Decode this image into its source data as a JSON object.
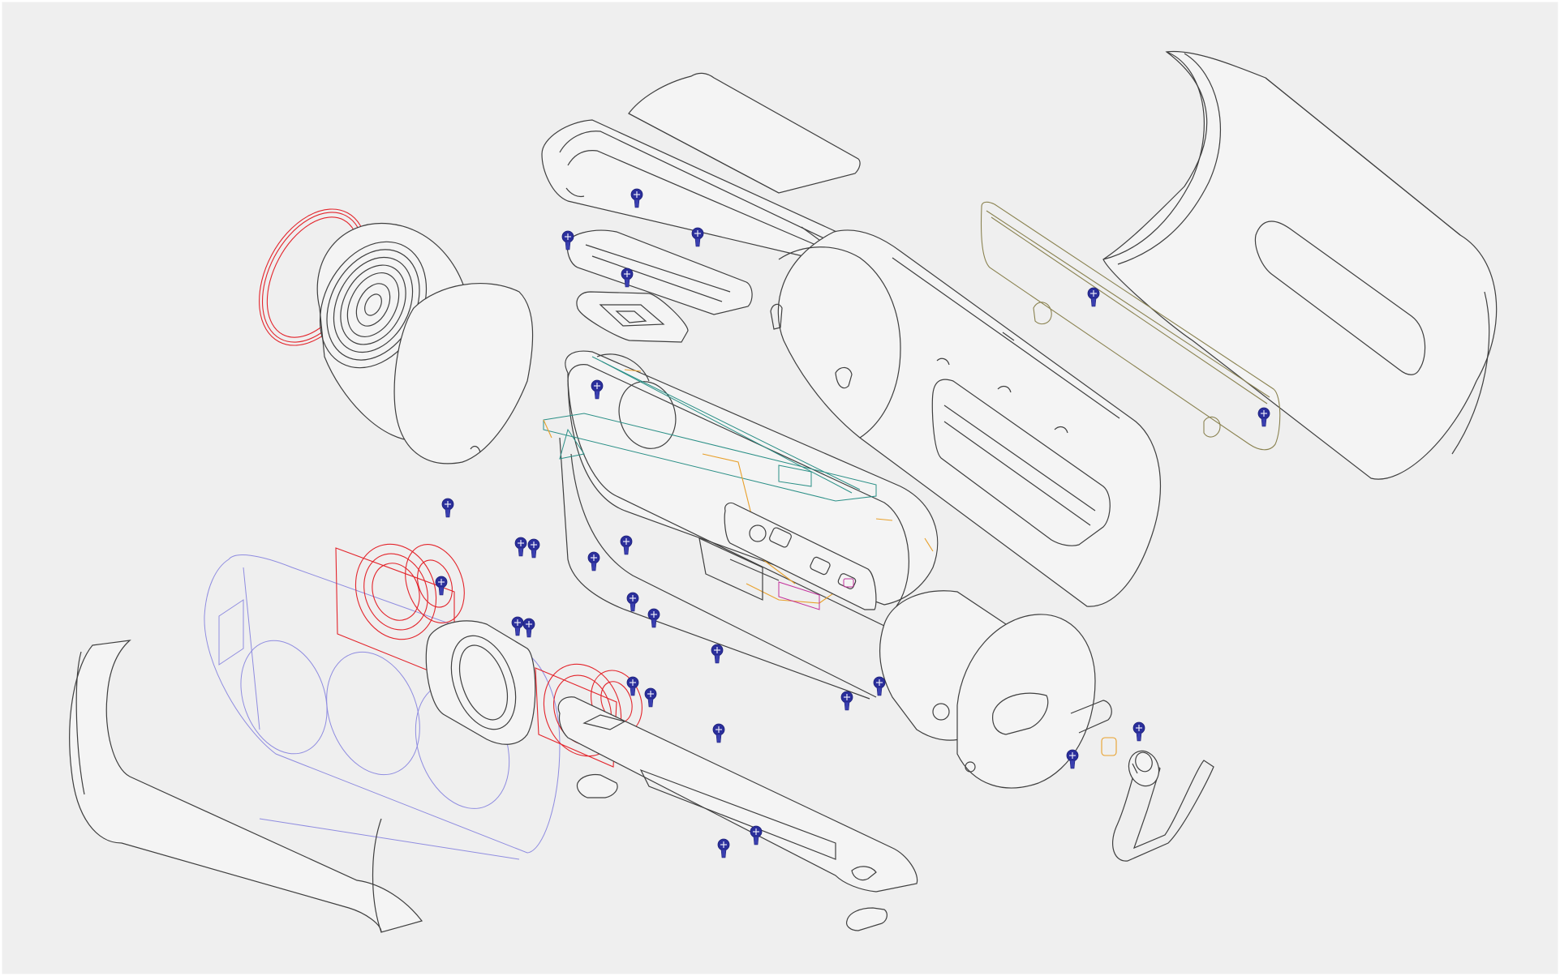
{
  "colors": {
    "background": "#efefef",
    "frame": "#ffffff",
    "outline": "#3f3f3f",
    "speaker_red": "#e3242b",
    "frame_lavender": "#8f8ce0",
    "cover_olive": "#8a8250",
    "pcb_teal": "#2a8f86",
    "cable_orange": "#e8a02b",
    "screw_blue": "#2b2f9c"
  },
  "parts": [
    {
      "name": "left-end-cap-ring",
      "color": "speaker_red"
    },
    {
      "name": "passive-radiator",
      "color": "outline"
    },
    {
      "name": "end-cap-cover",
      "color": "outline"
    },
    {
      "name": "top-handle-bracket",
      "color": "outline"
    },
    {
      "name": "upper-cover-plate",
      "color": "outline"
    },
    {
      "name": "main-housing",
      "color": "outline"
    },
    {
      "name": "battery-cylinder",
      "color": "outline"
    },
    {
      "name": "control-board",
      "color": "pcb_teal"
    },
    {
      "name": "io-panel",
      "color": "mag"
    },
    {
      "name": "back-cover-olive",
      "color": "cover_olive"
    },
    {
      "name": "outer-shell-right",
      "color": "outline"
    },
    {
      "name": "speaker-frame",
      "color": "frame_lavender"
    },
    {
      "name": "woofer-driver",
      "color": "speaker_red"
    },
    {
      "name": "tweeter-driver",
      "color": "speaker_red"
    },
    {
      "name": "front-grille-shell",
      "color": "outline"
    },
    {
      "name": "bottom-rail",
      "color": "outline"
    },
    {
      "name": "right-end-caps",
      "color": "outline"
    },
    {
      "name": "strap-handle",
      "color": "outline"
    },
    {
      "name": "tripod-nut",
      "color": "cable_orange"
    },
    {
      "name": "foot-pad",
      "color": "outline"
    }
  ],
  "screws": [
    {
      "id": "s1"
    },
    {
      "id": "s2"
    },
    {
      "id": "s3"
    },
    {
      "id": "s4"
    },
    {
      "id": "s5"
    },
    {
      "id": "s6"
    },
    {
      "id": "s7"
    },
    {
      "id": "s8"
    },
    {
      "id": "s9"
    },
    {
      "id": "s10"
    },
    {
      "id": "s11"
    },
    {
      "id": "s12"
    },
    {
      "id": "s13"
    },
    {
      "id": "s14"
    },
    {
      "id": "s15"
    },
    {
      "id": "s16"
    },
    {
      "id": "s17"
    },
    {
      "id": "s18"
    },
    {
      "id": "s19"
    },
    {
      "id": "s20"
    },
    {
      "id": "s21"
    },
    {
      "id": "s22"
    },
    {
      "id": "s23"
    },
    {
      "id": "s24"
    },
    {
      "id": "s25"
    },
    {
      "id": "s26"
    }
  ]
}
